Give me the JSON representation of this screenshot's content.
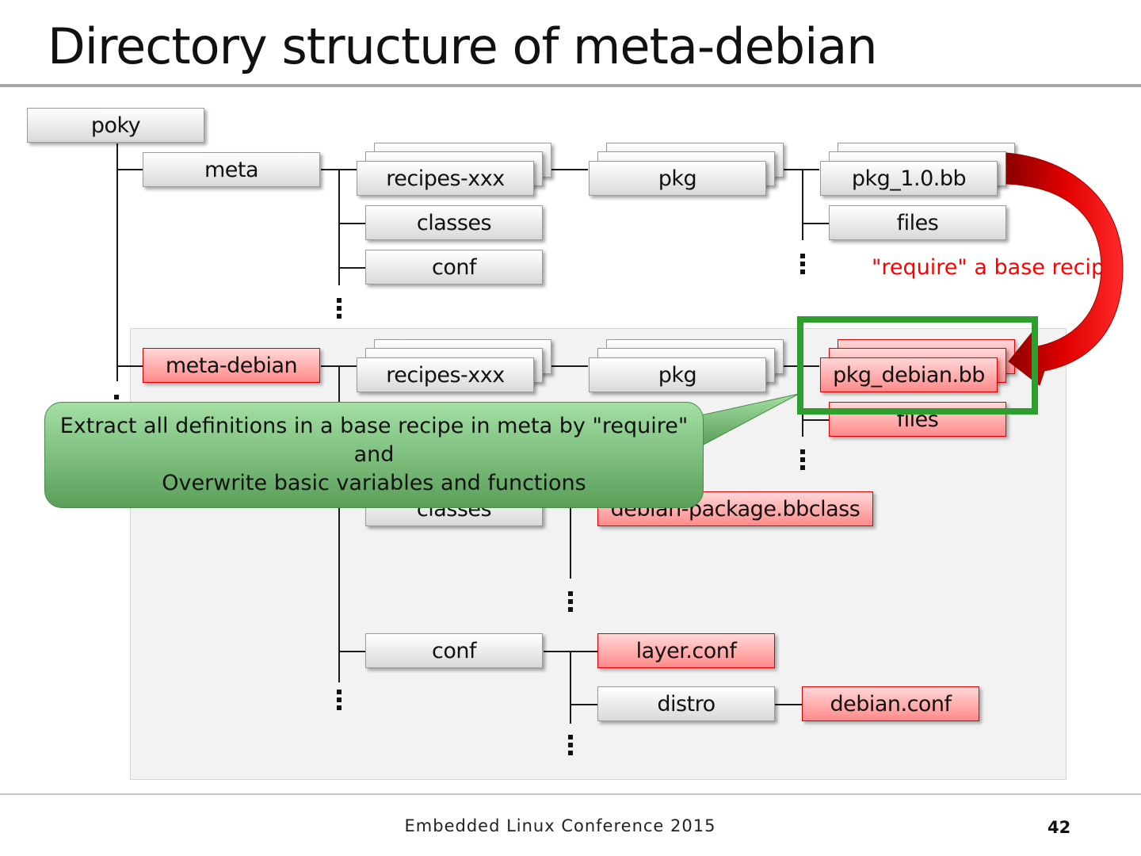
{
  "title": "Directory structure of meta-debian",
  "tree": {
    "poky": "poky",
    "meta": "meta",
    "meta_recipes": "recipes-xxx",
    "meta_pkg": "pkg",
    "meta_pkg_bb": "pkg_1.0.bb",
    "meta_files": "files",
    "meta_classes": "classes",
    "meta_conf": "conf",
    "meta_debian": "meta-debian",
    "md_recipes": "recipes-xxx",
    "md_pkg": "pkg",
    "md_pkg_bb": "pkg_debian.bb",
    "md_files": "files",
    "md_classes": "classes",
    "md_bbclass": "debian-package.bbclass",
    "md_conf": "conf",
    "md_layer_conf": "layer.conf",
    "md_distro": "distro",
    "md_debian_conf": "debian.conf"
  },
  "annotation": "\"require\" a base recipe",
  "callout": {
    "line1": "Extract all definitions in a base recipe in meta by \"require\"",
    "line2": "and",
    "line3": "Overwrite basic variables and functions"
  },
  "footer": "Embedded Linux Conference 2015",
  "page_number": "42",
  "colors": {
    "highlight_red": "#ff8a8a",
    "arrow_red": "#cc0000",
    "highlight_frame_green": "#2e9e2e",
    "callout_green": "#6db36d"
  }
}
